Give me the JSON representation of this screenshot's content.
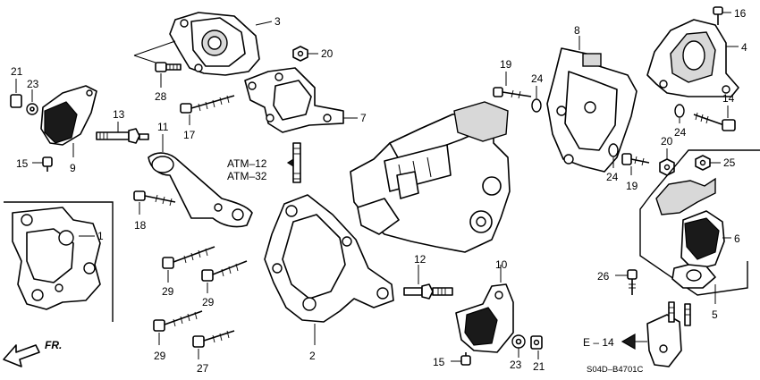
{
  "callouts": {
    "c1": "1",
    "c2": "2",
    "c3": "3",
    "c4": "4",
    "c5": "5",
    "c6": "6",
    "c7": "7",
    "c8": "8",
    "c9": "9",
    "c10": "10",
    "c11": "11",
    "c12a": "12",
    "c13": "13",
    "c14": "14",
    "c15a": "15",
    "c15b": "15",
    "c16": "16",
    "c17": "17",
    "c18": "18",
    "c19a": "19",
    "c19b": "19",
    "c20a": "20",
    "c20b": "20",
    "c21a": "21",
    "c21b": "21",
    "c23a": "23",
    "c23b": "23",
    "c24a": "24",
    "c24b": "24",
    "c25": "25",
    "c26": "26",
    "c27": "27",
    "c28": "28",
    "c29a": "29",
    "c29b": "29",
    "c29c": "29"
  },
  "references": {
    "atm_12": "ATM–12",
    "atm_32": "ATM–32",
    "e_14": "E – 14"
  },
  "front_arrow_label": "FR.",
  "diagram_code": "S04D–B4701C"
}
